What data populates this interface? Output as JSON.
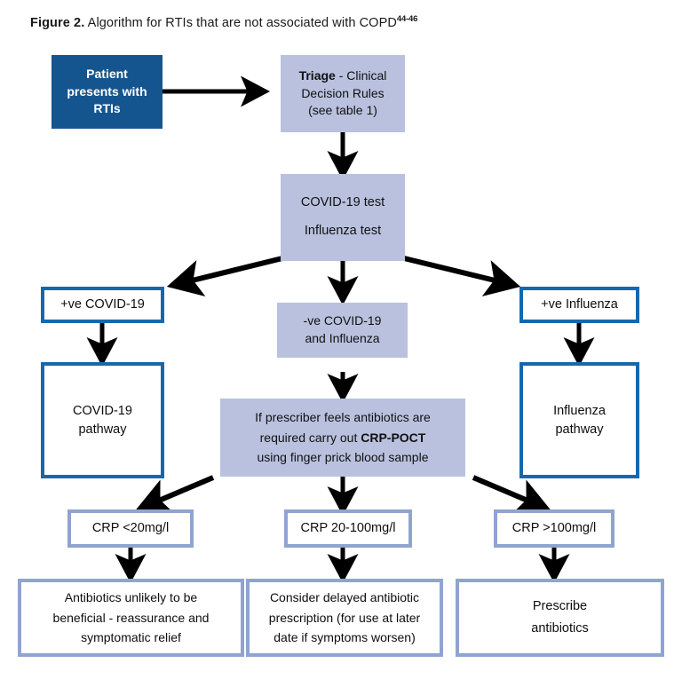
{
  "caption": {
    "figure_label": "Figure 2.",
    "text": " Algorithm for RTIs that are not associated with COPD",
    "superscript": "44-46"
  },
  "colors": {
    "navy_fill": "#15558f",
    "lavender_fill": "#b9c1de",
    "navy_border": "#1668ae",
    "lavender_border": "#8fa4d0",
    "arrow": "#000000",
    "text_dark": "#0d0d0d",
    "text_light": "#ffffff",
    "background": "#ffffff"
  },
  "nodes": {
    "patient": {
      "lines": [
        "Patient",
        "presents with",
        "RTIs"
      ]
    },
    "triage": {
      "lines_rich": [
        {
          "bold": "Triage",
          "rest": " - Clinical"
        },
        {
          "bold": "",
          "rest": "Decision Rules"
        },
        {
          "bold": "",
          "rest": "(see table 1)"
        }
      ],
      "line1_bold": "Triage",
      "line1_rest": " - Clinical",
      "line2": "Decision Rules",
      "line3": "(see table 1)"
    },
    "tests": {
      "lines": [
        "COVID-19  test",
        "Influenza test"
      ]
    },
    "pos_covid": {
      "lines": [
        "+ve COVID-19"
      ]
    },
    "neg_both": {
      "lines": [
        "-ve COVID-19",
        "and Influenza"
      ]
    },
    "pos_influenza": {
      "lines": [
        "+ve Influenza"
      ]
    },
    "covid_pathway": {
      "lines": [
        "COVID-19",
        "pathway"
      ]
    },
    "influenza_pathway": {
      "lines": [
        "Influenza",
        "pathway"
      ]
    },
    "crp_poct": {
      "line1": "If prescriber feels antibiotics are",
      "line2_pre": "required carry out ",
      "line2_bold": "CRP-POCT",
      "line3": "using finger prick blood sample"
    },
    "crp_low": {
      "lines": [
        "CRP <20mg/l"
      ]
    },
    "crp_mid": {
      "lines": [
        "CRP 20-100mg/l"
      ]
    },
    "crp_high": {
      "lines": [
        "CRP >100mg/l"
      ]
    },
    "outcome_low": {
      "lines": [
        "Antibiotics unlikely to be",
        "beneficial - reassurance and",
        "symptomatic relief"
      ]
    },
    "outcome_mid": {
      "lines": [
        "Consider delayed antibiotic",
        "prescription (for use at later",
        "date if symptoms worsen)"
      ]
    },
    "outcome_high": {
      "lines": [
        "Prescribe",
        "antibiotics"
      ]
    }
  }
}
